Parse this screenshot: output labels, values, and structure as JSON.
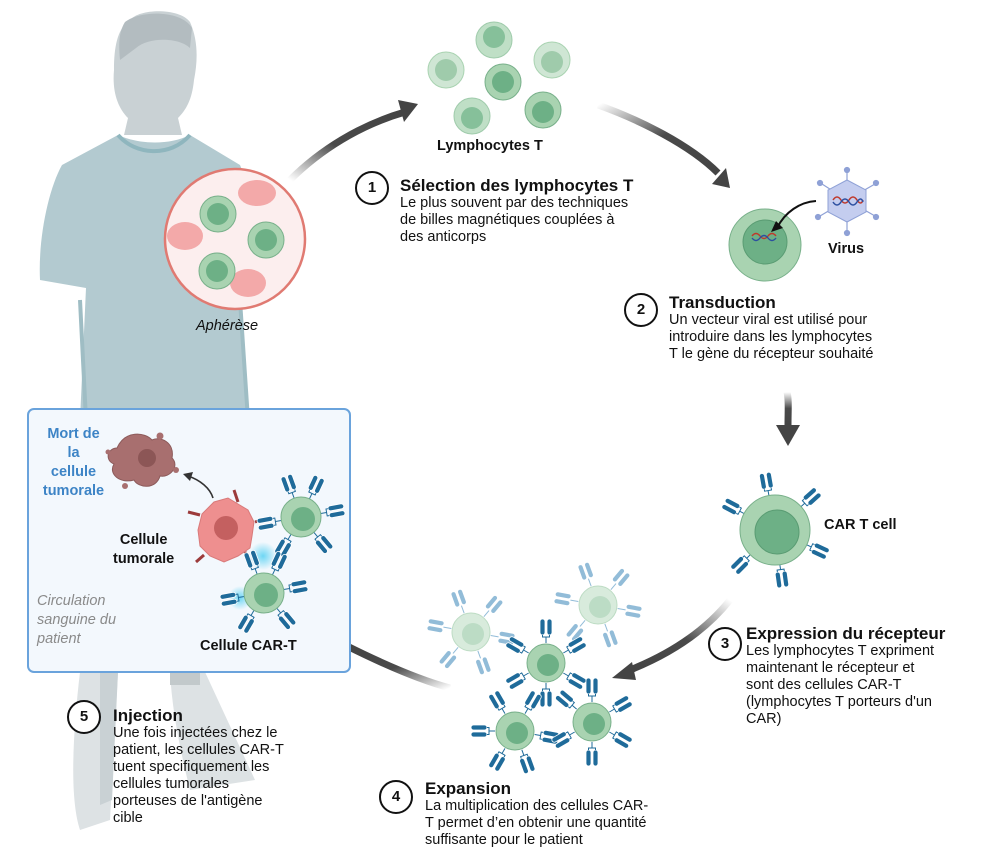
{
  "labels": {
    "apheresis": "Aphérèse",
    "lymphocytes": "Lymphocytes T",
    "virus": "Virus",
    "car_t_cell": "CAR T cell",
    "tumor_death": "Mort de la cellule tumorale",
    "tumor_cell": "Cellule tumorale",
    "car_t_cell_fr": "Cellule CAR-T",
    "circulation": "Circulation sanguine du patient"
  },
  "steps": [
    {
      "number": "1",
      "title": "Sélection des lymphocytes T",
      "lines": [
        "Le plus souvent par des techniques",
        "de billes magnétiques couplées à",
        "des anticorps"
      ]
    },
    {
      "number": "2",
      "title": "Transduction",
      "lines": [
        "Un vecteur viral est utilisé pour",
        "introduire dans les lymphocytes",
        "T le gène du récepteur souhaité"
      ]
    },
    {
      "number": "3",
      "title": "Expression du récepteur",
      "lines": [
        "Les lymphocytes T expriment",
        "maintenant le récepteur et",
        "sont des cellules CAR-T",
        "(lymphocytes T porteurs d'un",
        "CAR)"
      ]
    },
    {
      "number": "4",
      "title": "Expansion",
      "lines": [
        "La multiplication des cellules CAR-",
        "T permet d’en obtenir une quantité",
        "suffisante pour le patient"
      ]
    },
    {
      "number": "5",
      "title": "Injection",
      "lines": [
        "Une fois injectées chez le",
        "patient, les cellules CAR-T",
        "tuent specifiquement les",
        "cellules tumorales",
        "porteuses de l'antigène",
        "cible"
      ]
    }
  ],
  "tumor_death_lines": [
    "Mort de",
    "la",
    "cellule",
    "tumorale"
  ],
  "tumor_cell_lines": [
    "Cellule",
    "tumorale"
  ],
  "circulation_lines": [
    "Circulation",
    "sanguine du",
    "patient"
  ],
  "colors": {
    "accent_blue": "#3d84c6",
    "tcell_outer": "#a9d3b1",
    "tcell_inner": "#6db086",
    "car_receptor": "#1f6b9a",
    "tumor": "#ee8f8f",
    "dead_tumor": "#a06a6a",
    "arrow": "#4a4a4a",
    "patient_shirt": "#b3cad0",
    "patient_skin": "#cfd6d8"
  }
}
